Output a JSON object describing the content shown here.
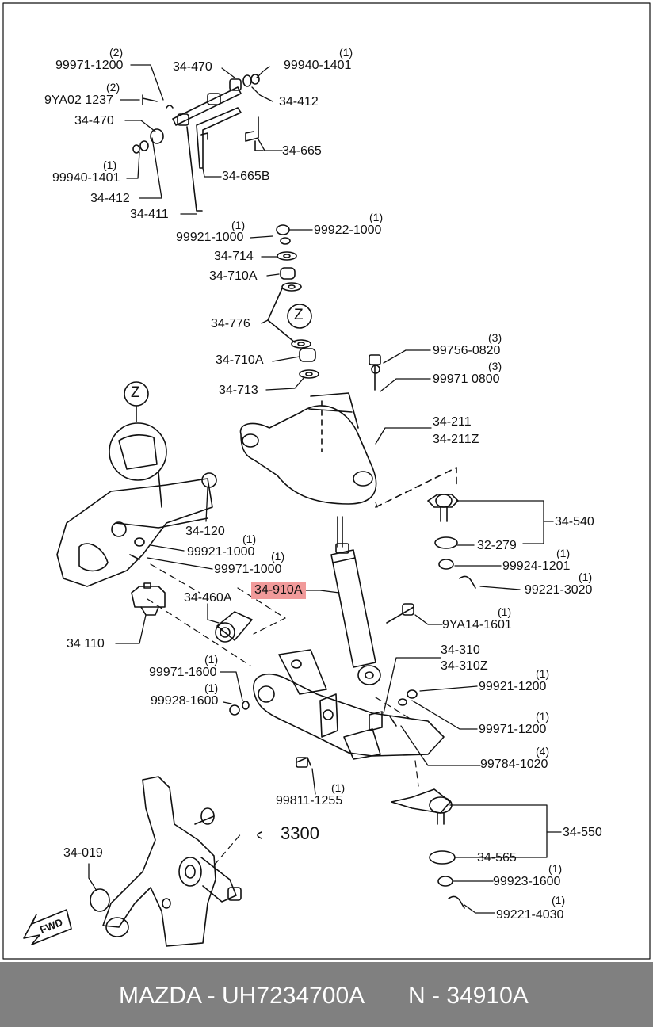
{
  "diagram": {
    "labels": [
      {
        "text": "99971-1200",
        "qty": "(2)"
      },
      {
        "text": "34-470"
      },
      {
        "text": "99940-1401",
        "qty": "(1)"
      },
      {
        "text": "9YA02 1237",
        "qty": "(2)"
      },
      {
        "text": "34-412"
      },
      {
        "text": "34-470"
      },
      {
        "text": "34-665"
      },
      {
        "text": "99940-1401",
        "qty": "(1)"
      },
      {
        "text": "34-665B"
      },
      {
        "text": "34-412"
      },
      {
        "text": "34-411"
      },
      {
        "text": "99921-1000",
        "qty": "(1)"
      },
      {
        "text": "99922-1000",
        "qty": "(1)"
      },
      {
        "text": "34-714"
      },
      {
        "text": "34-710A"
      },
      {
        "text": "34-776"
      },
      {
        "text": "Z"
      },
      {
        "text": "34-710A"
      },
      {
        "text": "99756-0820",
        "qty": "(3)"
      },
      {
        "text": "99971 0800",
        "qty": "(3)"
      },
      {
        "text": "34-713"
      },
      {
        "text": "Z"
      },
      {
        "text": "34-211"
      },
      {
        "text": "34-211Z"
      },
      {
        "text": "34-540"
      },
      {
        "text": "32-279"
      },
      {
        "text": "34-120"
      },
      {
        "text": "99921-1000",
        "qty": "(1)"
      },
      {
        "text": "99971-1000",
        "qty": "(1)"
      },
      {
        "text": "99924-1201",
        "qty": "(1)"
      },
      {
        "text": "99221-3020",
        "qty": "(1)"
      },
      {
        "text": "34-910A",
        "highlight": true
      },
      {
        "text": "34-460A"
      },
      {
        "text": "9YA14-1601",
        "qty": "(1)"
      },
      {
        "text": "34 110"
      },
      {
        "text": "34-310"
      },
      {
        "text": "34-310Z"
      },
      {
        "text": "99971-1600",
        "qty": "(1)"
      },
      {
        "text": "99921-1200",
        "qty": "(1)"
      },
      {
        "text": "99928-1600",
        "qty": "(1)"
      },
      {
        "text": "99971-1200",
        "qty": "(1)"
      },
      {
        "text": "99784-1020",
        "qty": "(4)"
      },
      {
        "text": "99811-1255",
        "qty": "(1)"
      },
      {
        "text": "3300"
      },
      {
        "text": "34-550"
      },
      {
        "text": "34-019"
      },
      {
        "text": "34-565"
      },
      {
        "text": "99923-1600",
        "qty": "(1)"
      },
      {
        "text": "99221-4030",
        "qty": "(1)"
      },
      {
        "text": "FWD"
      }
    ]
  },
  "footer": {
    "brand_part": "MAZDA - UH7234700A",
    "number": "N - 34910A"
  },
  "colors": {
    "highlight": "#f19a9a",
    "footer_bg": "#808080",
    "line": "#111111"
  }
}
